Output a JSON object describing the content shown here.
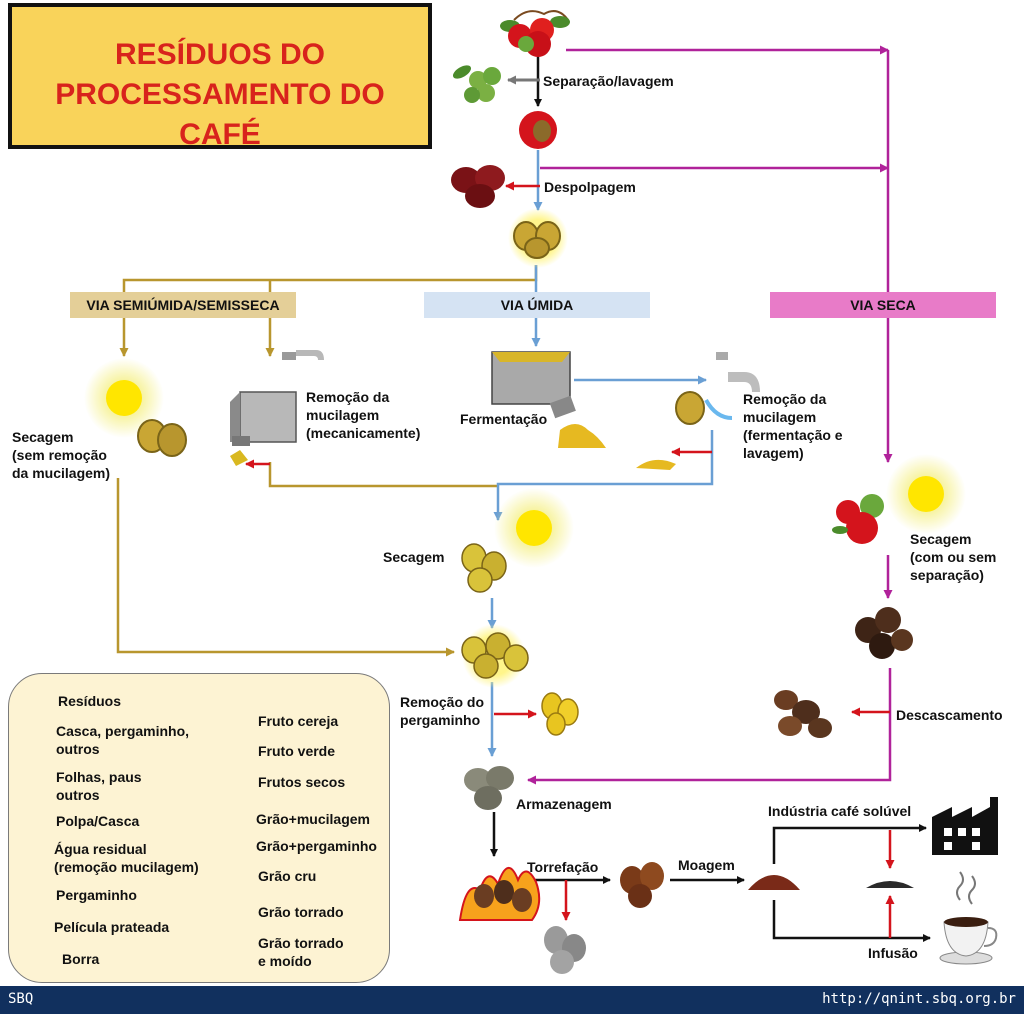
{
  "title": "RESÍDUOS DO\nPROCESSAMENTO DO CAFÉ",
  "routes": {
    "semi": "VIA SEMIÚMIDA/SEMISSECA",
    "wet": "VIA ÚMIDA",
    "dry": "VIA SECA"
  },
  "steps": {
    "separacao": "Separação/lavagem",
    "despolpagem": "Despolpagem",
    "secagem_semi": "Secagem\n(sem remoção\nda mucilagem)",
    "remocao_mec": "Remoção da\nmucilagem\n(mecanicamente)",
    "fermentacao": "Fermentação",
    "remocao_ferm": "Remoção da\nmucilagem\n(fermentação e\nlavagem)",
    "secagem_umida": "Secagem",
    "secagem_seca": "Secagem\n(com ou sem\nseparação)",
    "remocao_perg": "Remoção do\npergaminho",
    "descascamento": "Descascamento",
    "armazenagem": "Armazenagem",
    "torrefacao": "Torrefação",
    "moagem": "Moagem",
    "industria": "Indústria café solúvel",
    "infusao": "Infusão"
  },
  "legend": {
    "residuos": "Resíduos",
    "casca_perg": "Casca, pergaminho,\noutros",
    "folhas": "Folhas, paus\noutros",
    "polpa": "Polpa/Casca",
    "agua": "Água residual\n(remoção mucilagem)",
    "pergaminho": "Pergaminho",
    "pelicula": "Película prateada",
    "borra": "Borra",
    "fruto_cereja": "Fruto cereja",
    "fruto_verde": "Fruto verde",
    "frutos_secos": "Frutos secos",
    "grao_mucilagem": "Grão+mucilagem",
    "grao_pergaminho": "Grão+pergaminho",
    "grao_cru": "Grão cru",
    "grao_torrado": "Grão torrado",
    "grao_torrado_moido": "Grão torrado\ne moído"
  },
  "colors": {
    "title_bg": "#f9d35a",
    "title_text": "#d8231c",
    "semi": "#b8962e",
    "wet": "#6a9fd4",
    "dry": "#b0229a",
    "residue": "#d4141c",
    "main": "#111111",
    "footer_bg": "#11305e"
  },
  "footer": {
    "left": "SBQ",
    "right": "http://qnint.sbq.org.br"
  }
}
